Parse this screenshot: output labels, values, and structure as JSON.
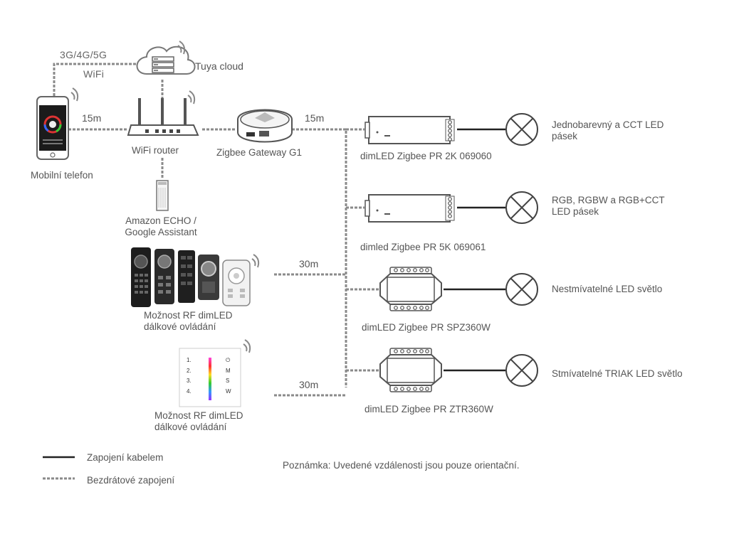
{
  "network": {
    "cellular": "3G/4G/5G",
    "wifi": "WiFi"
  },
  "cloud": {
    "label": "Tuya cloud"
  },
  "phone": {
    "label": "Mobilní telefon"
  },
  "router": {
    "label": "WiFi router"
  },
  "gateway": {
    "label": "Zigbee Gateway G1"
  },
  "echo": {
    "line1": "Amazon ECHO /",
    "line2": "Google Assistant"
  },
  "remotes": {
    "line1": "Možnost RF dimLED",
    "line2": "dálkové ovládání"
  },
  "wall_panel": {
    "line1": "Možnost RF dimLED",
    "line2": "dálkové ovládání",
    "keys_left": [
      "1.",
      "2.",
      "3.",
      "4."
    ],
    "keys_right": [
      "⏻",
      "M",
      "S",
      "W"
    ]
  },
  "distances": {
    "phone_router": "15m",
    "gateway_bus": "15m",
    "remotes_bus": "30m",
    "panel_bus": "30m"
  },
  "modules": [
    {
      "name": "dimLED Zigbee PR 2K 069060",
      "load_line1": "Jednobarevný a CCT LED",
      "load_line2": "pásek"
    },
    {
      "name": "dimled Zigbee PR 5K 069061",
      "load_line1": "RGB, RGBW a RGB+CCT",
      "load_line2": "LED pásek"
    },
    {
      "name": "dimLED Zigbee PR SPZ360W",
      "load_line1": "Nestmívatelné LED světlo",
      "load_line2": ""
    },
    {
      "name": "dimLED Zigbee PR ZTR360W",
      "load_line1": "Stmívatelné TRIAK LED světlo",
      "load_line2": ""
    }
  ],
  "legend": {
    "wired": "Zapojení kabelem",
    "wireless": "Bezdrátové zapojení"
  },
  "note": "Poznámka: Uvedené vzdálenosti jsou pouze orientační."
}
